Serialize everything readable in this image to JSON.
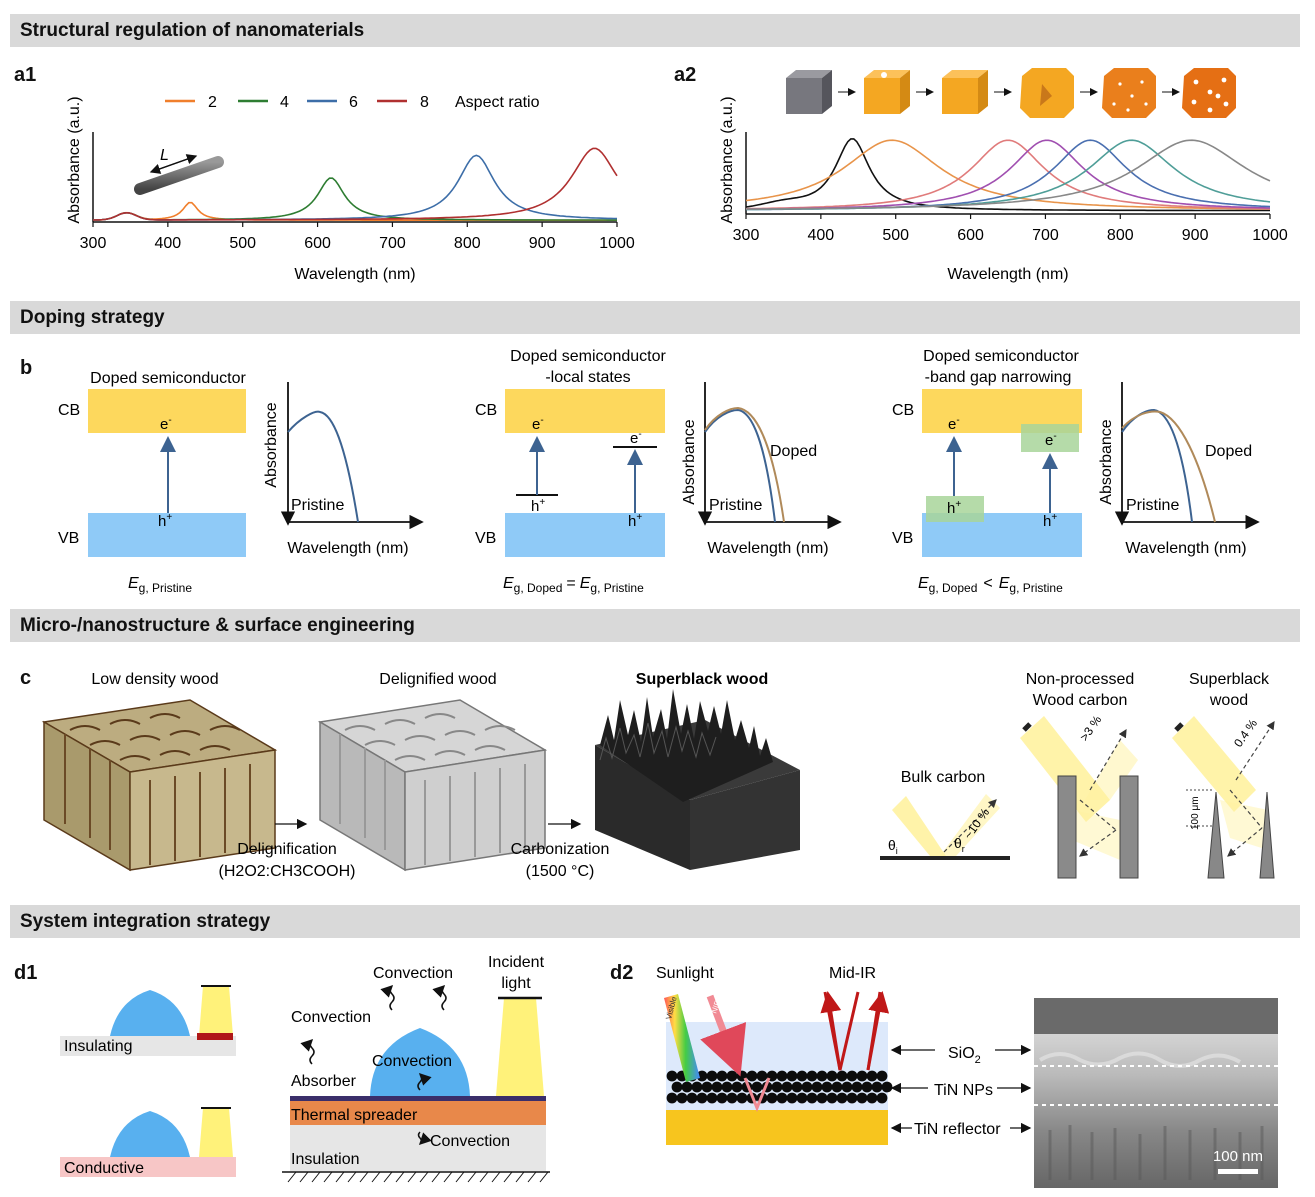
{
  "sections": {
    "s1": "Structural regulation of nanomaterials",
    "s2": "Doping strategy",
    "s3": "Micro-/nanostructure & surface engineering",
    "s4": "System integration strategy"
  },
  "panels": {
    "a1": "a1",
    "a2": "a2",
    "b": "b",
    "c": "c",
    "d1": "d1",
    "d2": "d2"
  },
  "chart_data": [
    {
      "id": "a1",
      "type": "line",
      "xlabel": "Wavelength (nm)",
      "ylabel": "Absorbance (a.u.)",
      "xlim": [
        300,
        1000
      ],
      "xticks": [
        "300",
        "400",
        "500",
        "600",
        "700",
        "800",
        "900",
        "1000"
      ],
      "legend_title": "Aspect ratio",
      "rod_label": "L",
      "series": [
        {
          "name": "2",
          "color": "#f07f2c",
          "peak": 430,
          "height": 0.2,
          "width": 12
        },
        {
          "name": "4",
          "color": "#2e7d32",
          "peak": 618,
          "height": 0.47,
          "width": 22
        },
        {
          "name": "6",
          "color": "#3d6ea8",
          "peak": 812,
          "height": 0.72,
          "width": 30
        },
        {
          "name": "8",
          "color": "#b03030",
          "peak": 970,
          "height": 0.8,
          "width": 38
        }
      ]
    },
    {
      "id": "a2",
      "type": "line",
      "xlabel": "Wavelength (nm)",
      "ylabel": "Absorbance (a.u.)",
      "xlim": [
        300,
        1000
      ],
      "xticks": [
        "300",
        "400",
        "500",
        "600",
        "700",
        "800",
        "900",
        "1000"
      ],
      "series": [
        {
          "color": "#111111",
          "peak": 442,
          "height": 0.88,
          "width": 28
        },
        {
          "color": "#e8944a",
          "peak": 495,
          "height": 0.86,
          "width": 80
        },
        {
          "color": "#e07b7b",
          "peak": 650,
          "height": 0.86,
          "width": 60
        },
        {
          "color": "#a04fb0",
          "peak": 702,
          "height": 0.86,
          "width": 60
        },
        {
          "color": "#4a6fb0",
          "peak": 760,
          "height": 0.86,
          "width": 60
        },
        {
          "color": "#4f9e98",
          "peak": 815,
          "height": 0.86,
          "width": 70
        },
        {
          "color": "#888888",
          "peak": 895,
          "height": 0.86,
          "width": 90
        }
      ]
    }
  ],
  "doping": {
    "p1": {
      "title": "Doped semiconductor",
      "cb": "CB",
      "vb": "VB",
      "e": "e",
      "h": "h",
      "eg": "E",
      "eg_sub": "g, Pristine"
    },
    "p2": {
      "title1": "Doped semiconductor",
      "title2": "-local states",
      "cb": "CB",
      "vb": "VB",
      "e": "e",
      "h": "h",
      "eg": "E",
      "eg_sub1": "g, Doped",
      "eq": "=",
      "eg_sub2": "g, Pristine"
    },
    "p3": {
      "title1": "Doped semiconductor",
      "title2": "-band gap narrowing",
      "cb": "CB",
      "vb": "VB",
      "e": "e",
      "h": "h",
      "eg": "E",
      "eg_sub1": "g, Doped",
      "lt": "<",
      "eg_sub2": "g, Pristine"
    },
    "absorbance": "Absorbance",
    "wavelength": "Wavelength (nm)",
    "pristine": "Pristine",
    "doped": "Doped"
  },
  "wood": {
    "low": "Low density wood",
    "delig": "Delignified wood",
    "superblack": "Superblack wood",
    "step1a": "Delignification",
    "step1b": "(H2O2:CH3COOH)",
    "step2a": "Carbonization",
    "step2b": "(1500 °C)",
    "bulk": "Bulk carbon",
    "nonproc1": "Non-processed",
    "nonproc2": "Wood carbon",
    "sb1": "Superblack",
    "sb2": "wood",
    "pct10": "~10 %",
    "pct3": ">3 %",
    "pct04": "0.4 %",
    "um100": "100 μm",
    "theta_i": "θ",
    "theta_r": "θ"
  },
  "d1": {
    "insulating": "Insulating",
    "conductive": "Conductive",
    "convection": "Convection",
    "incident1": "Incident",
    "incident2": "light",
    "absorber": "Absorber",
    "spreader": "Thermal spreader",
    "insulation": "Insulation"
  },
  "d2": {
    "sunlight": "Sunlight",
    "midir": "Mid-IR",
    "visible": "Visible",
    "nir": "NIR",
    "sio2": "SiO",
    "sio2_sub": "2",
    "tinnps": "TiN NPs",
    "tinref": "TiN reflector",
    "scale": "100 nm"
  },
  "colors": {
    "band": "#d9d9d9",
    "cb": "#fdd85d",
    "vb": "#8fcaf7",
    "arrow": "#3d6391",
    "green_state": "#a8d59a",
    "droplet": "#58b0ef",
    "light": "#fff27a",
    "spreader": "#e8884a",
    "insulation": "#e6e6e6",
    "conductive": "#f7c6c6",
    "reflector": "#f7c51e"
  }
}
